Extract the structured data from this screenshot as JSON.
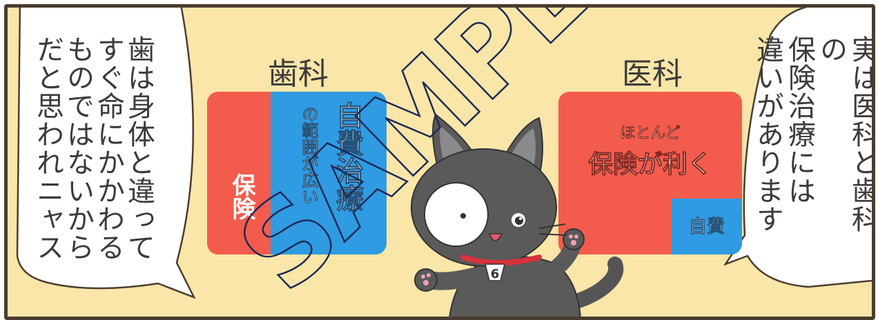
{
  "speech_left": {
    "lines": [
      "歯は身体と違って",
      "すぐ命にかかわる",
      "ものではないから",
      "だと思われニャス"
    ]
  },
  "speech_right": {
    "lines": [
      "実は医科と歯科の",
      "保険治療には",
      "違いがあります"
    ]
  },
  "dental": {
    "heading": "歯科",
    "insurance_label": "保険",
    "self_pay_label": "自費治療",
    "self_pay_sub": "の範囲が広い"
  },
  "medical": {
    "heading": "医科",
    "small_label": "ほとんど",
    "big_label": "保険が利く",
    "self_pay_label": "自費"
  },
  "cat": {
    "collar_tag": "6"
  },
  "watermark": {
    "text": "SAMPLE"
  },
  "colors": {
    "panel_bg": "#fae6a8",
    "insurance_red": "#f35c4c",
    "self_pay_blue": "#2f9be3",
    "border": "#4a3c30"
  },
  "icons": [
    "speech-bubble-left",
    "speech-bubble-right",
    "black-cat-character"
  ]
}
